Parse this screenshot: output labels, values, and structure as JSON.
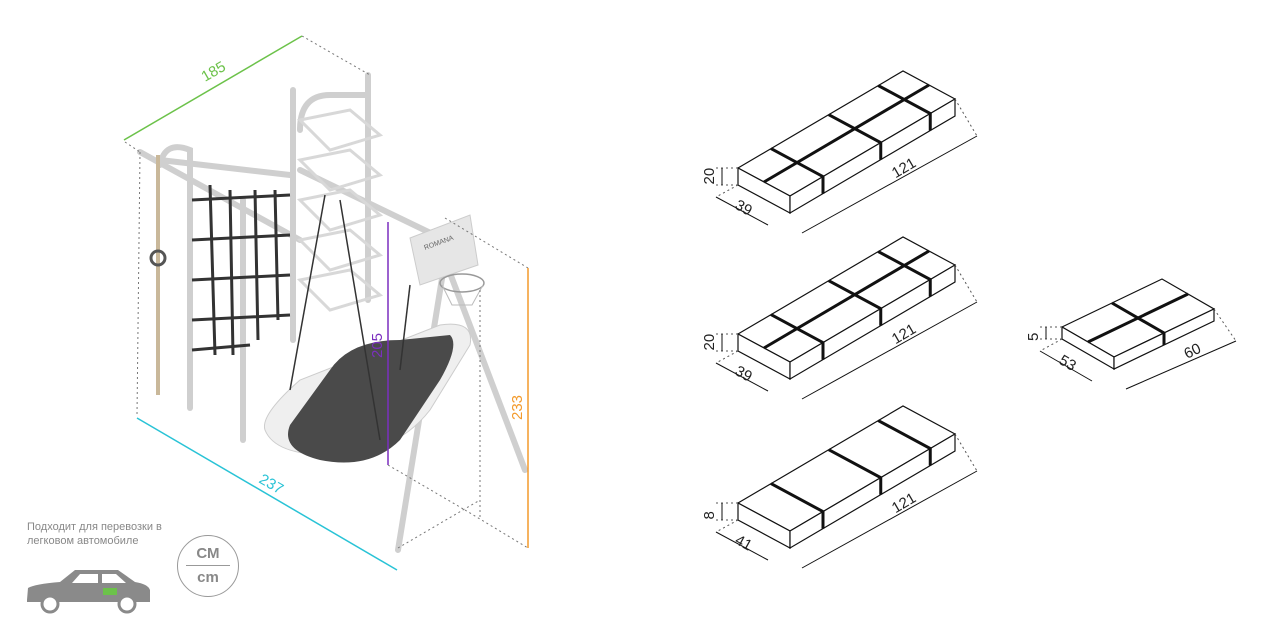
{
  "product": {
    "brand_on_board": "ROMANA",
    "dimensions": {
      "width": "185",
      "length": "237",
      "height": "233",
      "swing_height": "205"
    },
    "colors": {
      "width": "#6cc24a",
      "length": "#29c3d6",
      "height": "#f39a2b",
      "swing_height": "#7b2fbf"
    }
  },
  "packages": [
    {
      "height": "20",
      "depth": "39",
      "length": "121"
    },
    {
      "height": "20",
      "depth": "39",
      "length": "121"
    },
    {
      "height": "8",
      "depth": "41",
      "length": "121"
    },
    {
      "height": "5",
      "depth": "53",
      "length": "60"
    }
  ],
  "car_note": "Подходит для перевозки в легковом автомобиле",
  "units": {
    "top": "СМ",
    "bottom": "cm"
  }
}
